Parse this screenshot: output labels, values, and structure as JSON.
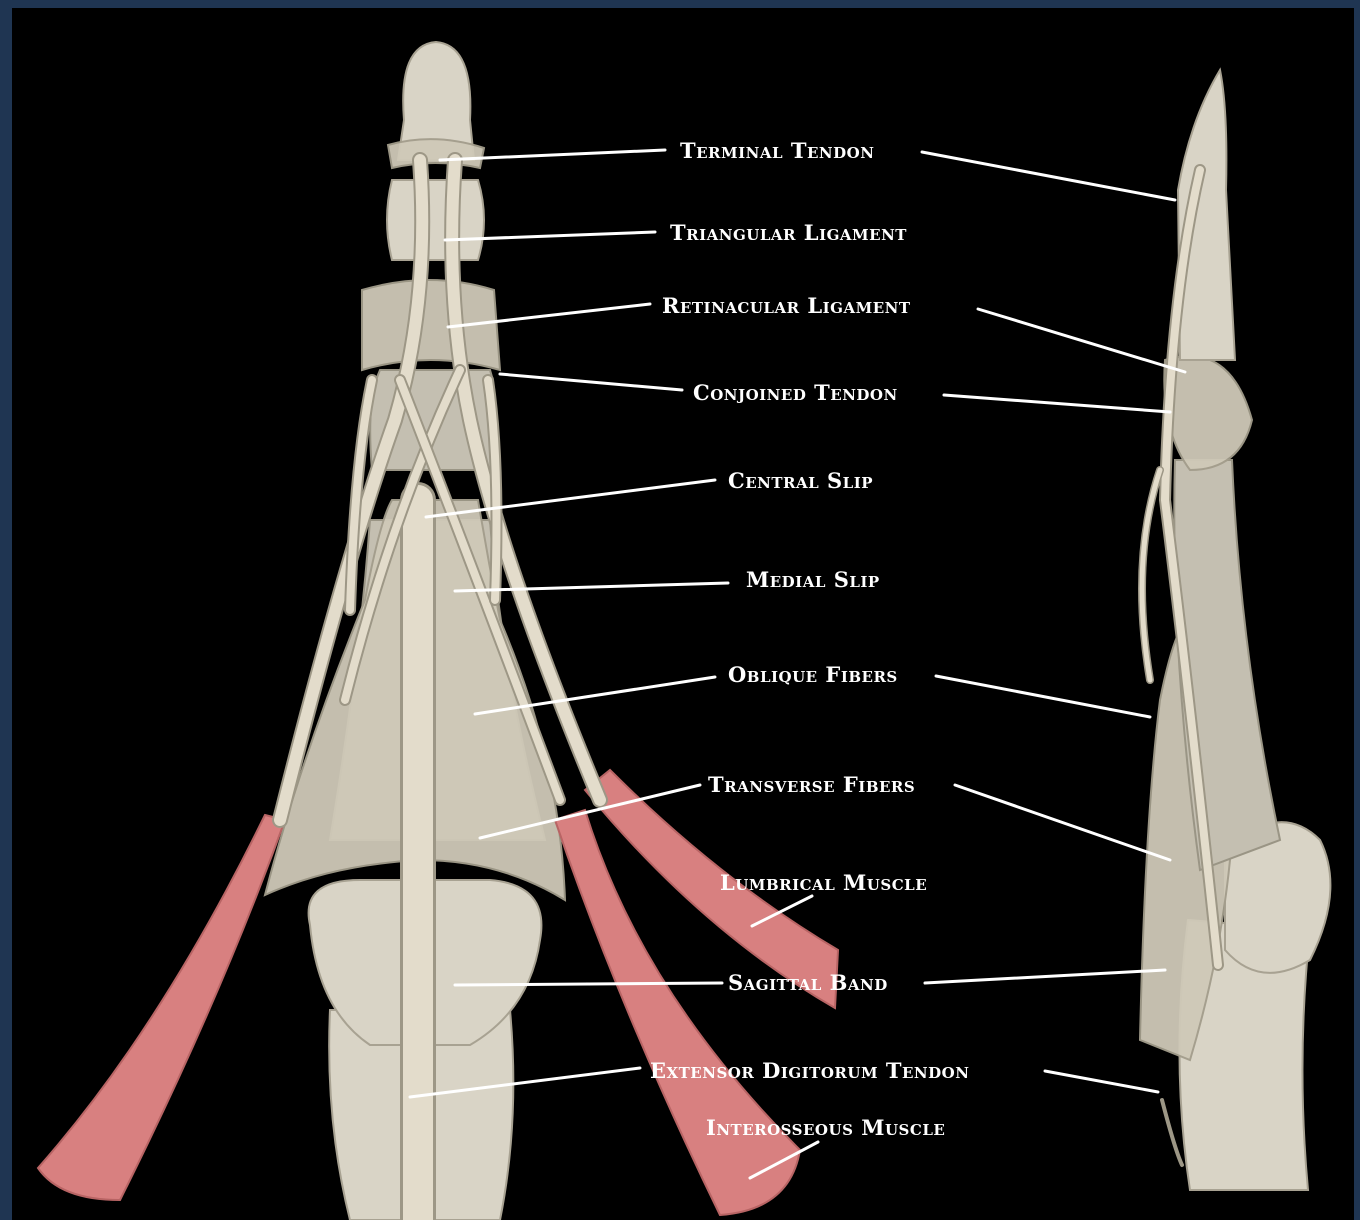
{
  "colors": {
    "frame": "#1f3552",
    "background": "#000000",
    "bone": "#d9d4c6",
    "tendon": "#e3dccb",
    "muscle": "#d88080",
    "label_text": "#ffffff"
  },
  "labels": {
    "terminal_tendon": "Terminal Tendon",
    "triangular_ligament": "Triangular Ligament",
    "retinacular_ligament": "Retinacular Ligament",
    "conjoined_tendon": "Conjoined Tendon",
    "central_slip": "Central Slip",
    "medial_slip": "Medial Slip",
    "oblique_fibers": "Oblique Fibers",
    "transverse_fibers": "Transverse Fibers",
    "lumbrical_muscle": "Lumbrical Muscle",
    "sagittal_band": "Sagittal Band",
    "extensor_digitorum_tendon": "Extensor Digitorum Tendon",
    "interosseous_muscle": "Interosseous Muscle"
  }
}
